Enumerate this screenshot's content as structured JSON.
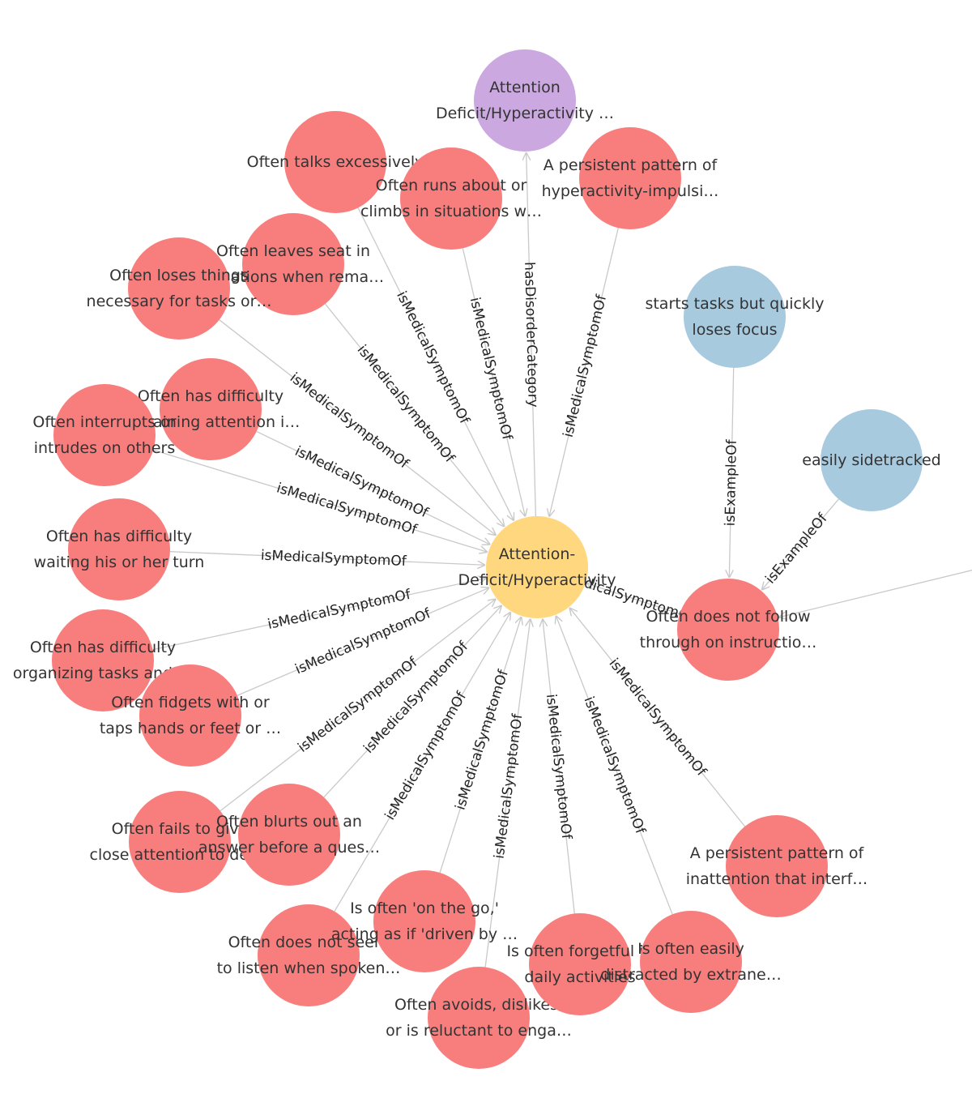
{
  "colors": {
    "center": "#fed77f",
    "category": "#cba8e0",
    "symptom": "#f87e7e",
    "example": "#a7cadf",
    "edge": "#c9c9c9",
    "text": "#333333"
  },
  "nodes": [
    {
      "id": "center",
      "type": "center",
      "lines": [
        "Attention-",
        "Deficit/Hyperactivity"
      ]
    },
    {
      "id": "category",
      "type": "category",
      "lines": [
        "Attention",
        "Deficit/Hyperactivity …"
      ]
    },
    {
      "id": "n-talks",
      "type": "symptom",
      "lines": [
        "Often talks excessively"
      ]
    },
    {
      "id": "n-runs",
      "type": "symptom",
      "lines": [
        "Often runs about or",
        "climbs in situations w…"
      ]
    },
    {
      "id": "n-pattern-hyper",
      "type": "symptom",
      "lines": [
        "A persistent pattern of",
        "hyperactivity-impulsi…"
      ]
    },
    {
      "id": "n-leaves-seat",
      "type": "symptom",
      "lines": [
        "Often leaves seat in",
        "situations when rema…"
      ]
    },
    {
      "id": "n-loses-things",
      "type": "symptom",
      "lines": [
        "Often loses things",
        "necessary for tasks or…"
      ]
    },
    {
      "id": "n-sustaining",
      "type": "symptom",
      "lines": [
        "Often has difficulty",
        "sustaining attention i…"
      ]
    },
    {
      "id": "n-interrupts",
      "type": "symptom",
      "lines": [
        "Often interrupts or",
        "intrudes on others"
      ]
    },
    {
      "id": "n-waiting",
      "type": "symptom",
      "lines": [
        "Often has difficulty",
        "waiting his or her turn"
      ]
    },
    {
      "id": "n-organizing",
      "type": "symptom",
      "lines": [
        "Often has difficulty",
        "organizing tasks and …"
      ]
    },
    {
      "id": "n-fidgets",
      "type": "symptom",
      "lines": [
        "Often fidgets with or",
        "taps hands or feet or …"
      ]
    },
    {
      "id": "n-close-attention",
      "type": "symptom",
      "lines": [
        "Often fails to give",
        "close attention to det…"
      ]
    },
    {
      "id": "n-blurts",
      "type": "symptom",
      "lines": [
        "Often blurts out an",
        "answer before a ques…"
      ]
    },
    {
      "id": "n-listen",
      "type": "symptom",
      "lines": [
        "Often does not seem",
        "to listen when spoken…"
      ]
    },
    {
      "id": "n-on-the-go",
      "type": "symptom",
      "lines": [
        "Is often 'on the go,'",
        "acting as if 'driven by …"
      ]
    },
    {
      "id": "n-avoids",
      "type": "symptom",
      "lines": [
        "Often avoids, dislikes,",
        "or is reluctant to enga…"
      ]
    },
    {
      "id": "n-forgetful",
      "type": "symptom",
      "lines": [
        "Is often forgetful in",
        "daily activities"
      ]
    },
    {
      "id": "n-distracted",
      "type": "symptom",
      "lines": [
        "Is often easily",
        "distracted by extrane…"
      ]
    },
    {
      "id": "n-pattern-inatt",
      "type": "symptom",
      "lines": [
        "A persistent pattern of",
        "inattention that interf…"
      ]
    },
    {
      "id": "n-follow",
      "type": "symptom",
      "lines": [
        "Often does not follow",
        "through on instructio…"
      ]
    },
    {
      "id": "e-starts",
      "type": "example",
      "lines": [
        "starts tasks but quickly",
        "loses focus"
      ]
    },
    {
      "id": "e-sidetracked",
      "type": "example",
      "lines": [
        "easily sidetracked"
      ]
    }
  ],
  "edges": [
    {
      "from": "center",
      "to": "category",
      "label": "hasDisorderCategory"
    },
    {
      "from": "n-talks",
      "to": "center",
      "label": "isMedicalSymptomOf"
    },
    {
      "from": "n-runs",
      "to": "center",
      "label": "isMedicalSymptomOf"
    },
    {
      "from": "n-pattern-hyper",
      "to": "center",
      "label": "isMedicalSymptomOf"
    },
    {
      "from": "n-leaves-seat",
      "to": "center",
      "label": "isMedicalSymptomOf"
    },
    {
      "from": "n-loses-things",
      "to": "center",
      "label": "isMedicalSymptomOf"
    },
    {
      "from": "n-sustaining",
      "to": "center",
      "label": "isMedicalSymptomOf"
    },
    {
      "from": "n-interrupts",
      "to": "center",
      "label": "isMedicalSymptomOf"
    },
    {
      "from": "n-waiting",
      "to": "center",
      "label": "isMedicalSymptomOf"
    },
    {
      "from": "n-organizing",
      "to": "center",
      "label": "isMedicalSymptomOf"
    },
    {
      "from": "n-fidgets",
      "to": "center",
      "label": "isMedicalSymptomOf"
    },
    {
      "from": "n-close-attention",
      "to": "center",
      "label": "isMedicalSymptomOf"
    },
    {
      "from": "n-blurts",
      "to": "center",
      "label": "isMedicalSymptomOf"
    },
    {
      "from": "n-listen",
      "to": "center",
      "label": "isMedicalSymptomOf"
    },
    {
      "from": "n-on-the-go",
      "to": "center",
      "label": "isMedicalSymptomOf"
    },
    {
      "from": "n-avoids",
      "to": "center",
      "label": "isMedicalSymptomOf"
    },
    {
      "from": "n-forgetful",
      "to": "center",
      "label": "isMedicalSymptomOf"
    },
    {
      "from": "n-distracted",
      "to": "center",
      "label": "isMedicalSymptomOf"
    },
    {
      "from": "n-pattern-inatt",
      "to": "center",
      "label": "isMedicalSymptomOf"
    },
    {
      "from": "n-follow",
      "to": "center",
      "label": "isMedicalSymptomOf"
    },
    {
      "from": "e-starts",
      "to": "n-follow",
      "label": "isExampleOf"
    },
    {
      "from": "e-sidetracked",
      "to": "n-follow",
      "label": "isExampleOf"
    },
    {
      "from": "offscreen-right",
      "to": "n-follow",
      "label": ""
    }
  ]
}
